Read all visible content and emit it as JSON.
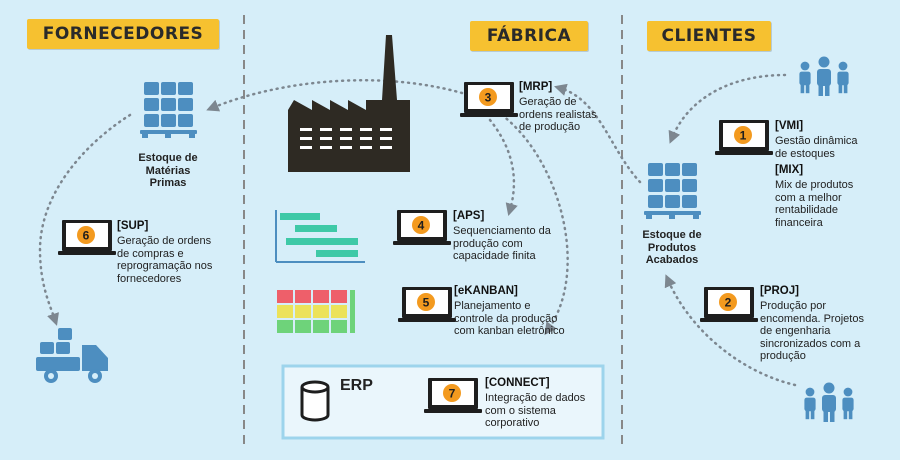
{
  "sections": {
    "suppliers": "FORNECEDORES",
    "factory": "FÁBRICA",
    "clients": "CLIENTES"
  },
  "modules": {
    "mrp": {
      "number": "3",
      "tag": "[MRP]",
      "desc": [
        "Geração de",
        "ordens realistas",
        "de produção"
      ]
    },
    "aps": {
      "number": "4",
      "tag": "[APS]",
      "desc": [
        "Sequenciamento da",
        "produção com",
        "capacidade finita"
      ]
    },
    "ekanban": {
      "number": "5",
      "tag": "[eKANBAN]",
      "desc": [
        "Planejamento e",
        "controle da produção",
        "com kanban eletrônico"
      ]
    },
    "connect": {
      "number": "7",
      "tag": "[CONNECT]",
      "desc": [
        "Integração de dados",
        "com o sistema",
        "corporativo"
      ]
    },
    "sup": {
      "number": "6",
      "tag": "[SUP]",
      "desc": [
        "Geração de ordens",
        "de compras e",
        "reprogramação nos",
        "fornecedores"
      ]
    },
    "vmi": {
      "number": "1",
      "tag": "[VMI]",
      "desc": [
        "Gestão dinâmica",
        "de estoques"
      ]
    },
    "mix": {
      "tag": "[MIX]",
      "desc": [
        "Mix de produtos",
        "com a melhor",
        "rentabilidade",
        "financeira"
      ]
    },
    "proj": {
      "number": "2",
      "tag": "[PROJ]",
      "desc": [
        "Produção por",
        "encomenda. Projetos",
        "de engenharia",
        "sincronizados com a",
        "produção"
      ]
    }
  },
  "stocks": {
    "raw": [
      "Estoque de",
      "Matérias",
      "Primas"
    ],
    "finished": [
      "Estoque de",
      "Produtos",
      "Acabados"
    ]
  },
  "erp_label": "ERP",
  "colors": {
    "background": "#d6eef9",
    "section_label": "#f6c130",
    "icon_blue": "#4d8ec0",
    "factory": "#2e2a23",
    "badge": "#f39a1f",
    "gantt_bar": "#3ec9a7",
    "kanban_red": "#ee5f6a",
    "kanban_yellow": "#ece25a",
    "kanban_green": "#6ed37a"
  }
}
